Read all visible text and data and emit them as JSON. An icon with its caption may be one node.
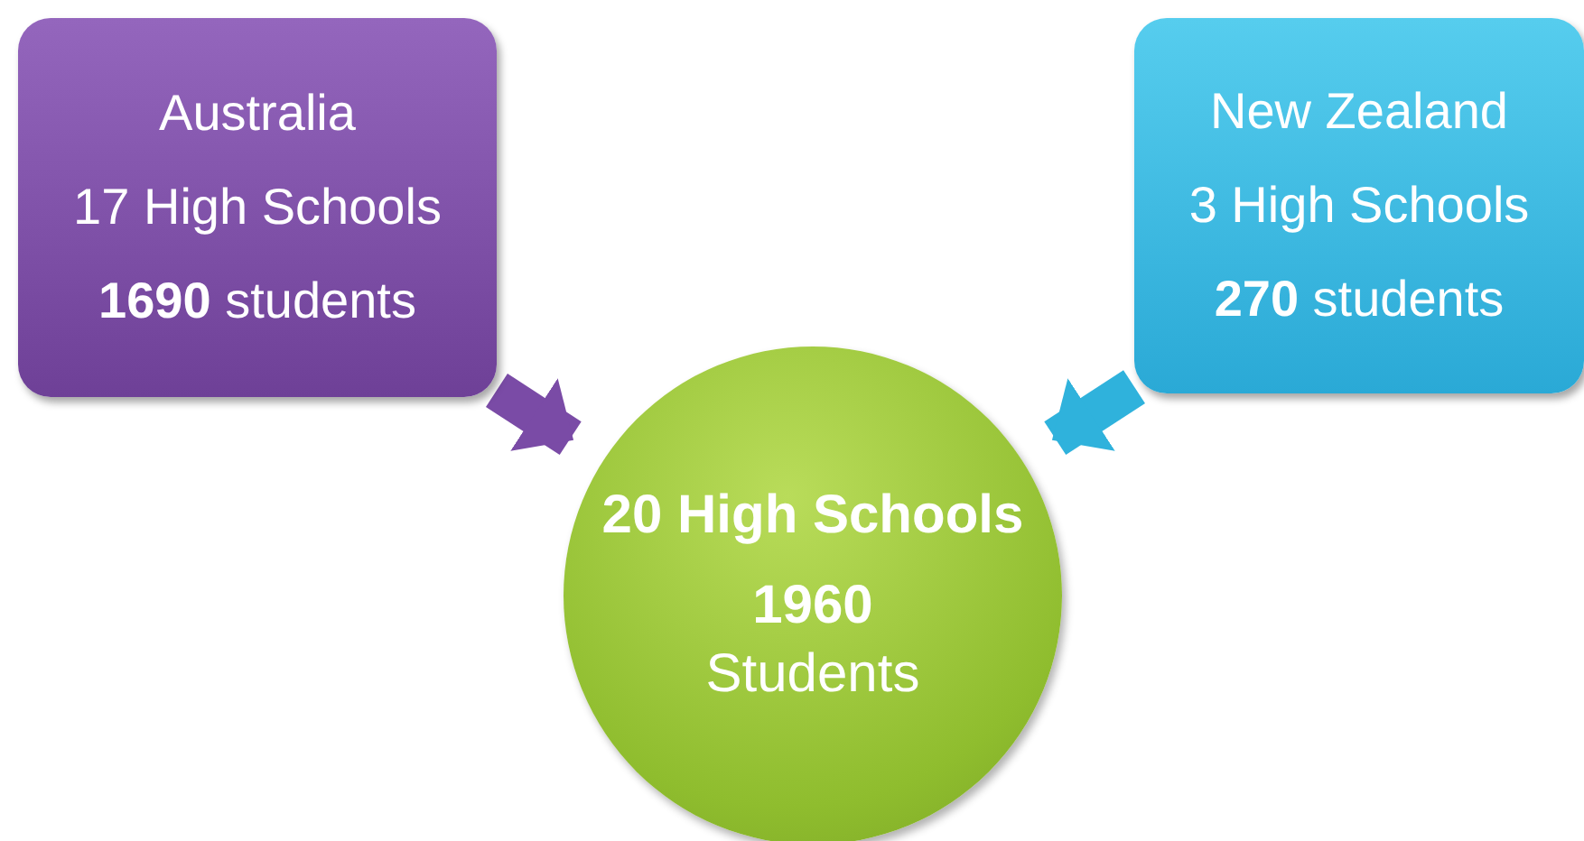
{
  "diagram": {
    "nodes": [
      {
        "text": [
          "Australia",
          "17 High Schools",
          "**1690** students"
        ]
      },
      {
        "text": [
          "New Zealand",
          "3 High Schools",
          "**270** students"
        ]
      },
      {
        "text": [
          "20 High Schools",
          "**1960** Students"
        ]
      }
    ],
    "edges": [
      {
        "from": 0,
        "to": 2,
        "arrow": "to",
        "color": "#7a4ba6"
      },
      {
        "from": 1,
        "to": 2,
        "arrow": "to",
        "color": "#2fb2dc"
      }
    ]
  }
}
